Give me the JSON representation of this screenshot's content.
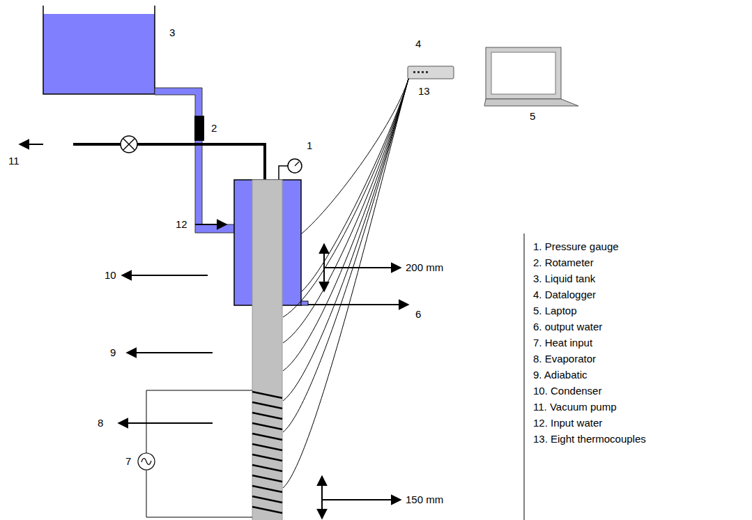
{
  "diagram": {
    "labels": [
      "1",
      "2",
      "3",
      "4",
      "5",
      "6",
      "7",
      "8",
      "9",
      "10",
      "11",
      "12",
      "13",
      "200 mm",
      "150 mm",
      "1. Pressure gauge",
      "2. Rotameter",
      "3. Liquid tank",
      "4. Datalogger",
      "5. Laptop",
      "6. output water",
      "7. Heat input",
      "8. Evaporator",
      "9. Adiabatic",
      "10. Condenser",
      "11. Vacuum pump",
      "12. Input water",
      "13. Eight thermocouples"
    ]
  }
}
